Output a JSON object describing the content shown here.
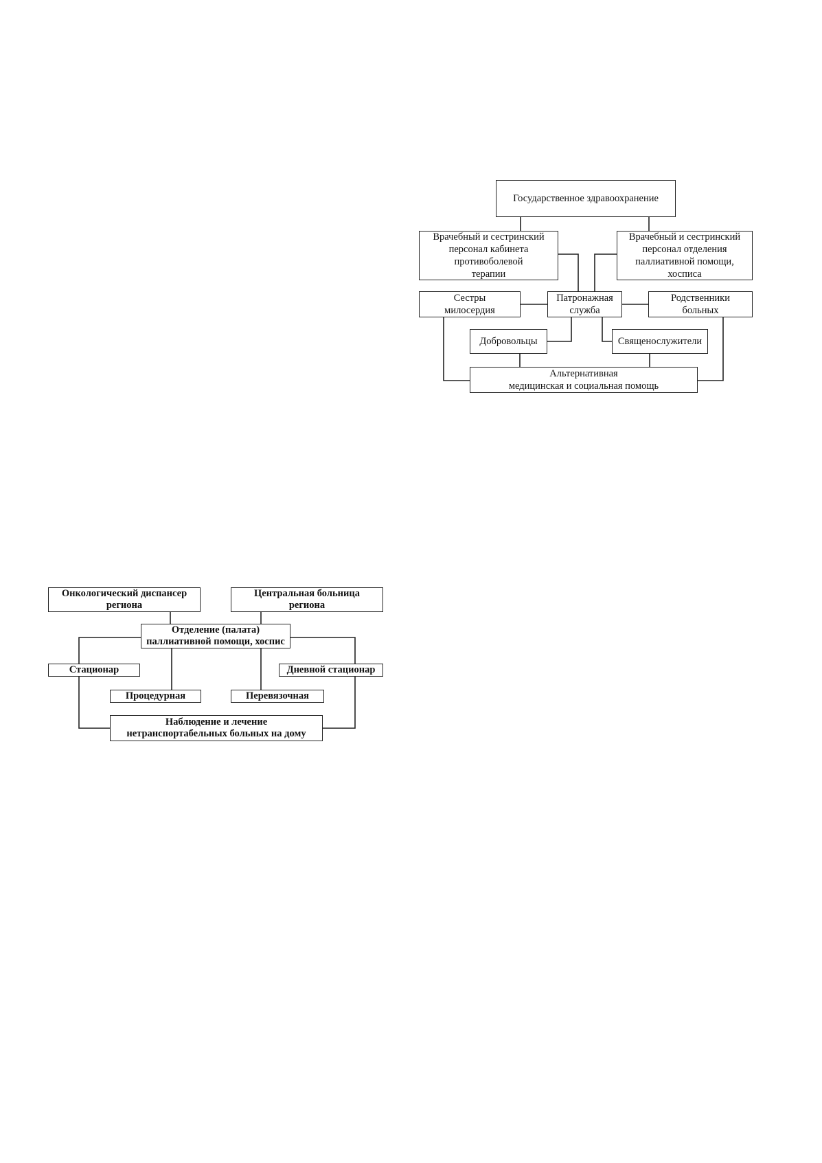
{
  "diagram_top": {
    "state_health": "Государственное здравоохранение",
    "pain_cabinet_staff": "Врачебный и сестринский\nперсонал кабинета\nпротивоболевой\nтерапии",
    "palliative_dept_staff": "Врачебный и сестринский\nперсонал отделения\nпаллиативной помощи,\nхосписа",
    "sisters_of_mercy": "Сестры\nмилосердия",
    "patronage_service": "Патронажная\nслужба",
    "relatives": "Родственники\nбольных",
    "volunteers": "Добровольцы",
    "clergy": "Священослужители",
    "alternative_help": "Альтернативная\nмедицинская и социальная помощь"
  },
  "diagram_bottom": {
    "oncology_dispensary": "Онкологический диспансер\nрегиона",
    "central_hospital": "Центральная больница\nрегиона",
    "palliative_ward": "Отделение (палата)\nпаллиативной помощи, хоспис",
    "inpatient": "Стационар",
    "day_hospital": "Дневной стационар",
    "treatment_room": "Процедурная",
    "dressing_room": "Перевязочная",
    "home_care": "Наблюдение и лечение\nнетранспортабельных больных на дому"
  }
}
